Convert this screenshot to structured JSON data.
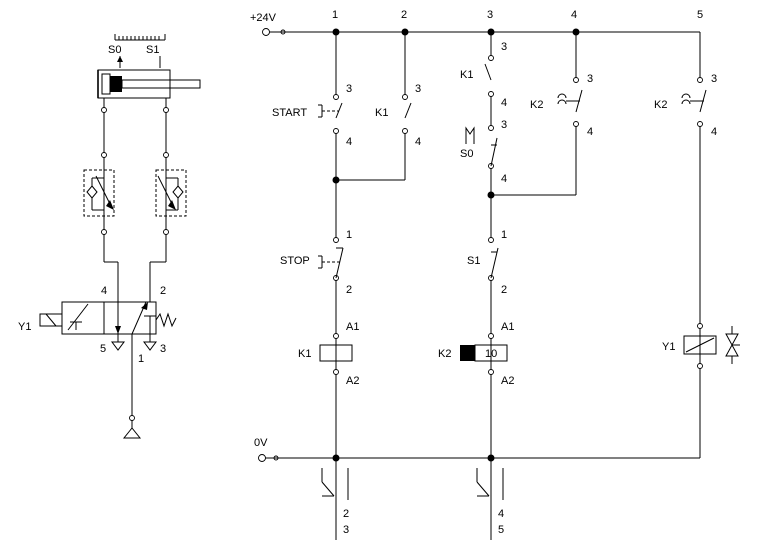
{
  "supply": {
    "positive": "+24V",
    "negative": "0V"
  },
  "paths": [
    "1",
    "2",
    "3",
    "4",
    "5"
  ],
  "cylinder": {
    "sensor_left": "S0",
    "sensor_right": "S1"
  },
  "valve": {
    "solenoid": "Y1",
    "port_a": "4",
    "port_b": "2",
    "exhaust_a": "5",
    "exhaust_b": "3",
    "supply": "1"
  },
  "elements": {
    "start": "START",
    "stop": "STOP",
    "k1": "K1",
    "k2": "K2",
    "s0": "S0",
    "s1": "S1",
    "y1": "Y1",
    "timer_value": "10"
  },
  "terminals": {
    "no": "3",
    "nc_out": "4",
    "nc_in": "1",
    "nc_out2": "2",
    "a1": "A1",
    "a2": "A2"
  },
  "contact_refs": {
    "k1": [
      "2",
      "3"
    ],
    "k2": [
      "4",
      "5"
    ]
  }
}
